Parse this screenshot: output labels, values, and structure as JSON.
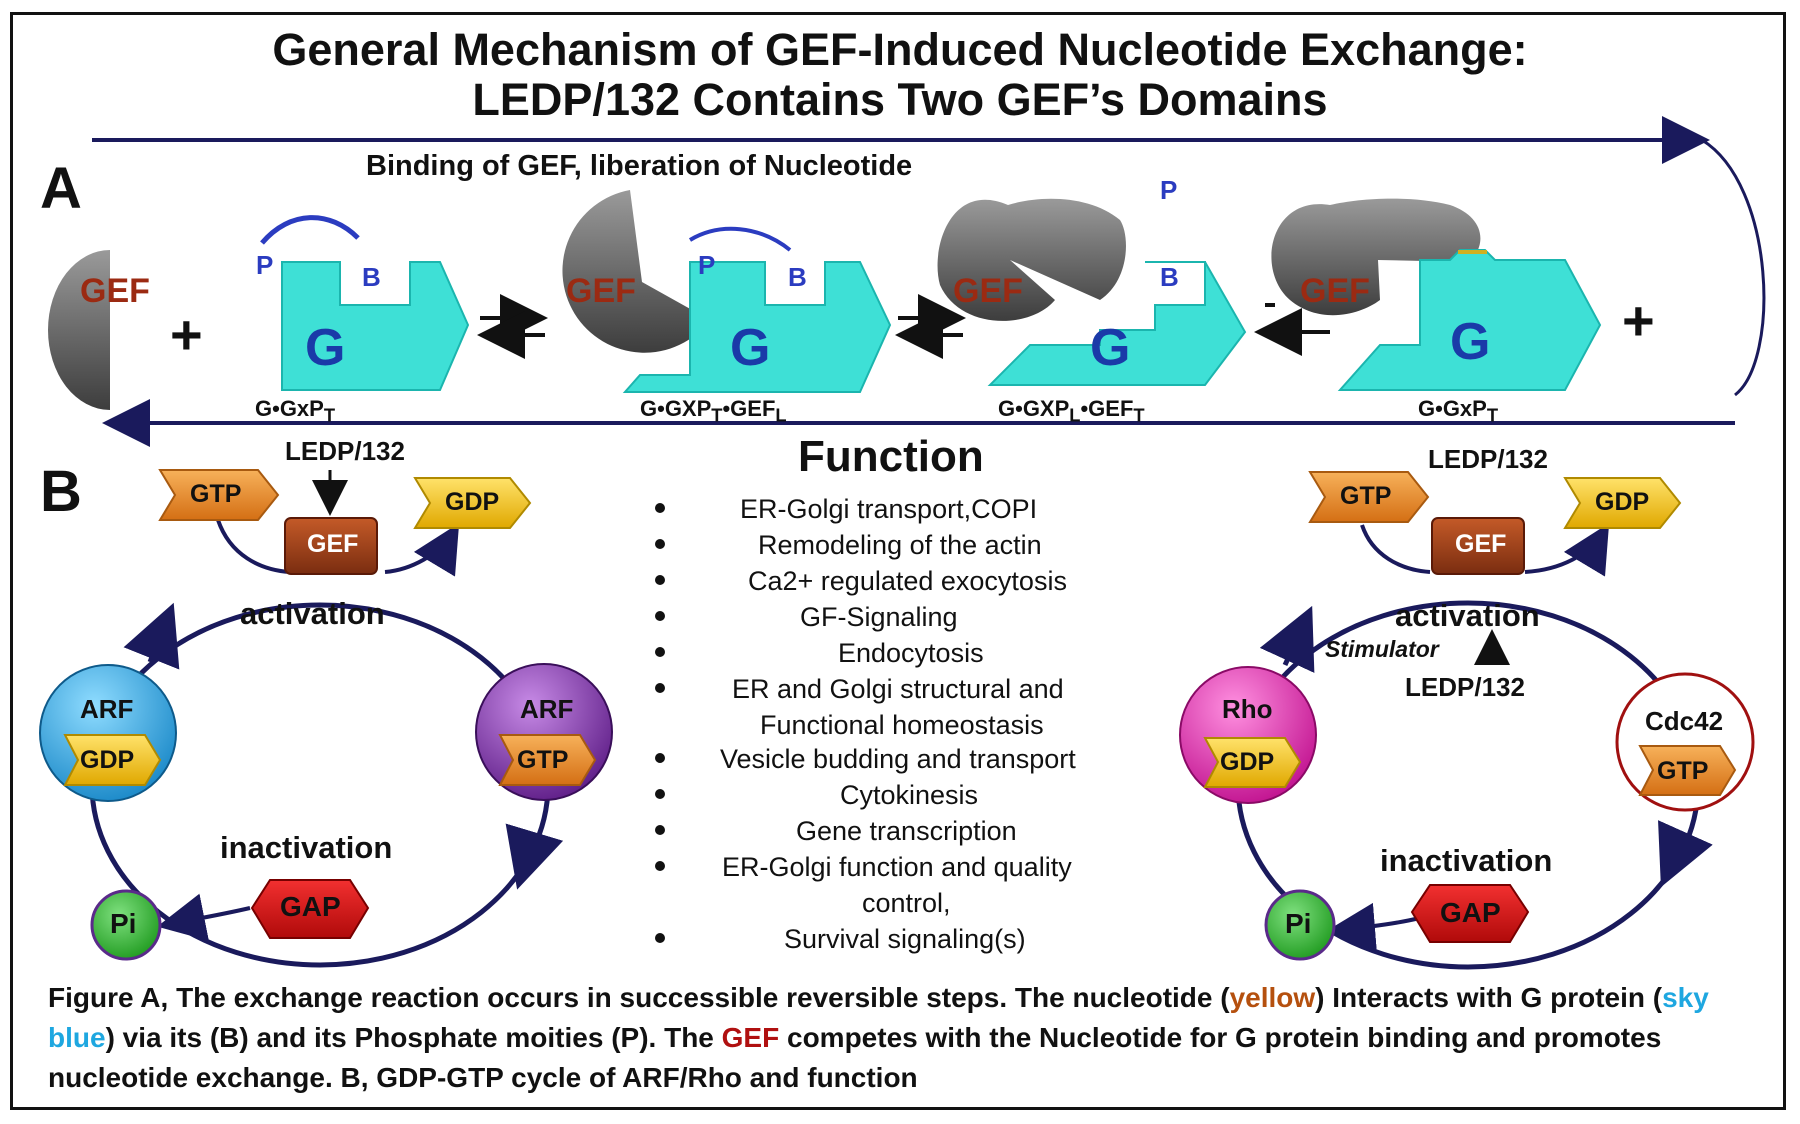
{
  "title": {
    "line1": "General Mechanism of GEF-Induced Nucleotide Exchange:",
    "line2": "LEDP/132 Contains Two GEF’s Domains"
  },
  "panel_a": {
    "letter": "A",
    "top_label": "Binding of GEF, liberation of Nucleotide",
    "gef_label": "GEF",
    "g_label": "G",
    "b_label": "B",
    "p_label": "P",
    "plus": "+",
    "states": [
      {
        "main": "G•GxP",
        "sub": "T",
        "rest": ""
      },
      {
        "main": "G•GXP",
        "sub": "T",
        "rest": "•GEF",
        "sub2": "L"
      },
      {
        "main": "G•GXP",
        "sub": "L",
        "rest": "•GEF",
        "sub2": "T"
      },
      {
        "main": "G•GxP",
        "sub": "T",
        "rest": ""
      }
    ]
  },
  "panel_b": {
    "letter": "B",
    "left_cycle": {
      "ledp": "LEDP/132",
      "gtp": "GTP",
      "gdp": "GDP",
      "gef": "GEF",
      "activation": "activation",
      "inactivation": "inactivation",
      "left_protein": "ARF",
      "left_nuc": "GDP",
      "right_protein": "ARF",
      "right_nuc": "GTP",
      "gap": "GAP",
      "pi": "Pi"
    },
    "right_cycle": {
      "ledp_top": "LEDP/132",
      "gtp": "GTP",
      "gdp": "GDP",
      "gef": "GEF",
      "activation": "activation",
      "stimulator": "Stimulator",
      "ledp_bottom": "LEDP/132",
      "inactivation": "inactivation",
      "left_protein": "Rho",
      "left_nuc": "GDP",
      "right_protein": "Cdc42",
      "right_nuc": "GTP",
      "gap": "GAP",
      "pi": "Pi"
    },
    "function": {
      "heading": "Function",
      "items": [
        "ER-Golgi transport,COPI",
        "Remodeling of the actin",
        "Ca2+ regulated exocytosis",
        "GF-Signaling",
        "Endocytosis",
        "ER and Golgi structural and",
        "Functional homeostasis",
        "Vesicle budding and transport",
        "Cytokinesis",
        "Gene transcription",
        "ER-Golgi function and quality",
        "control,",
        "Survival signaling(s)"
      ]
    }
  },
  "caption": {
    "p1": "Figure  A, The exchange reaction occurs in successible reversible steps. The nucleotide (",
    "yellow": "yellow",
    "p2": ") Interacts with G protein (",
    "sky_blue": "sky blue",
    "p3": ")  via its (B) and its Phosphate moities (P). The ",
    "gef": "GEF",
    "p4": " competes with the Nucleotide for G protein binding and promotes nucleotide exchange. B, GDP-GTP cycle of ARF/Rho and function"
  },
  "colors": {
    "g_protein": "#3ee0d6",
    "gef_shape": "#6a6a6a",
    "gef_text": "#9b2a12",
    "cycle_line": "#1a1a5c",
    "gtp": "#e88a2a",
    "gdp": "#f2c41c",
    "gap": "#d01010",
    "pi": "#2bb82b",
    "arf_left": "#29a6e0",
    "arf_right": "#7a2aa0",
    "rho": "#e02ab0",
    "cdc42": "#ffffff"
  }
}
